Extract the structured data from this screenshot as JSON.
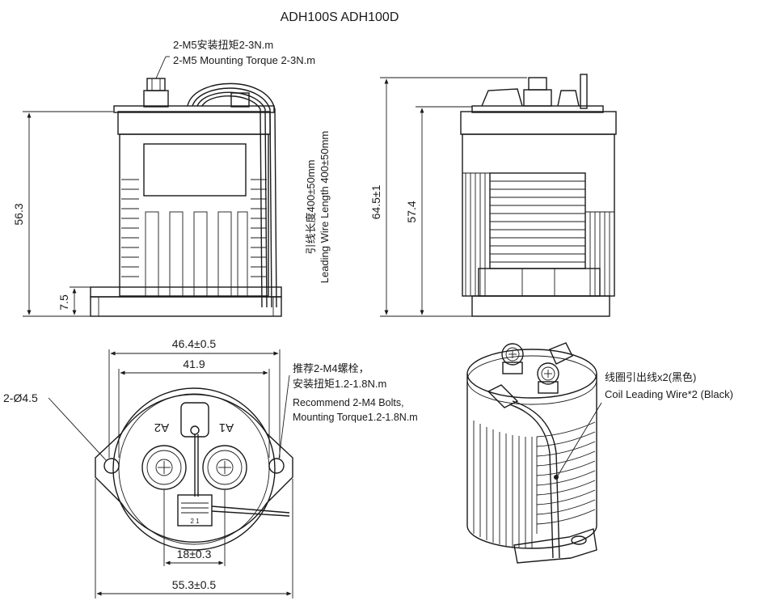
{
  "title": "ADH100S ADH100D",
  "labels": {
    "torque_cn": "2-M5安装扭矩2-3N.m",
    "torque_en": "2-M5 Mounting Torque 2-3N.m",
    "wire_cn": "引线长度400±50mm",
    "wire_en": "Leading Wire Length 400±50mm",
    "bolts_cn_1": "推荐2-M4螺栓，",
    "bolts_cn_2": "安装扭矩1.2-1.8N.m",
    "bolts_en_1": "Recommend 2-M4 Bolts,",
    "bolts_en_2": "Mounting Torque1.2-1.8N.m",
    "coil_cn": "线圈引出线x2(黑色)",
    "coil_en": "Coil Leading Wire*2 (Black)",
    "terminal_a1": "A1",
    "terminal_a2": "A2",
    "connector_pins": "2 1"
  },
  "dimensions": {
    "height_front": "56.3",
    "foot_height": "7.5",
    "height_total": "64.5±1",
    "height_side": "57.4",
    "width_top": "46.4±0.5",
    "width_inner": "41.9",
    "hole_dia": "2-Ø4.5",
    "terminal_pitch": "18±0.3",
    "width_flange": "55.3±0.5"
  }
}
